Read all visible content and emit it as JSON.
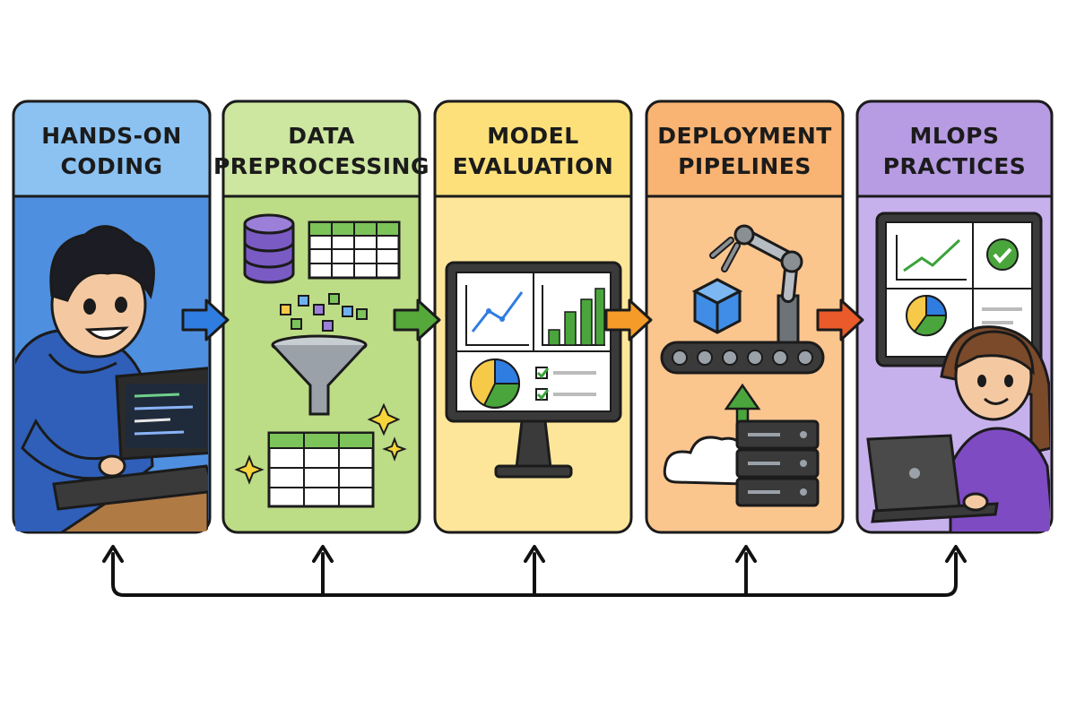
{
  "panels": [
    {
      "line1": "HANDS-ON",
      "line2": "CODING",
      "header_color": "#8cc2f2",
      "body_color": "#4f8fe0",
      "arrow_color": "#2f7de1"
    },
    {
      "line1": "DATA",
      "line2": "PREPROCESSING",
      "header_color": "#cde6a0",
      "body_color": "#bcdc86",
      "arrow_color": "#56a83a"
    },
    {
      "line1": "MODEL",
      "line2": "EVALUATION",
      "header_color": "#fde07a",
      "body_color": "#fde69a",
      "arrow_color": "#f49b2a"
    },
    {
      "line1": "DEPLOYMENT",
      "line2": "PIPELINES",
      "header_color": "#f9b372",
      "body_color": "#fbc58e",
      "arrow_color": "#ea5a2a"
    },
    {
      "line1": "MLOPS",
      "line2": "PRACTICES",
      "header_color": "#b79be3",
      "body_color": "#c7b1ec",
      "arrow_color": ""
    }
  ],
  "feedback_loop": {
    "color": "#111111"
  }
}
